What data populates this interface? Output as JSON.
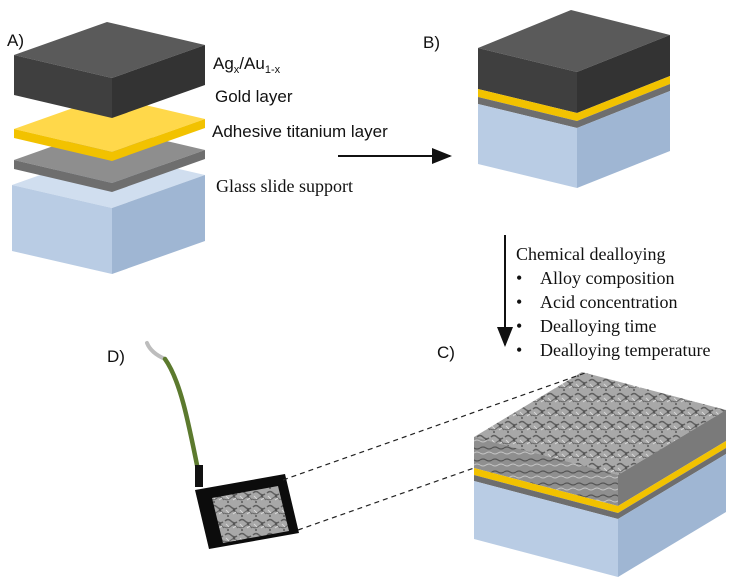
{
  "panels": {
    "a": "A)",
    "b": "B)",
    "c": "C)",
    "d": "D)"
  },
  "layers": {
    "alloy_base": "Ag",
    "alloy_sub1": "x",
    "alloy_mid": "/Au",
    "alloy_sub2": "1-x",
    "gold": "Gold layer",
    "titanium": "Adhesive titanium layer",
    "glass": "Glass slide support"
  },
  "process": {
    "title": "Chemical dealloying",
    "bullet": "•",
    "parameters": [
      "Alloy composition",
      "Acid concentration",
      "Dealloying time",
      "Dealloying temperature"
    ]
  },
  "colors": {
    "alloy_top": "#5a5a5a",
    "alloy_front": "#3f3f3f",
    "alloy_side": "#333333",
    "gold_top": "#ffd84a",
    "gold_front": "#f2c200",
    "titanium_top": "#8e8e8e",
    "titanium_front": "#6e6e6e",
    "glass_top": "#d0deef",
    "glass_front": "#b9cce4",
    "glass_side": "#9fb6d3",
    "wire_green": "#5c7a2e",
    "wire_tip": "#bdbdbd"
  }
}
